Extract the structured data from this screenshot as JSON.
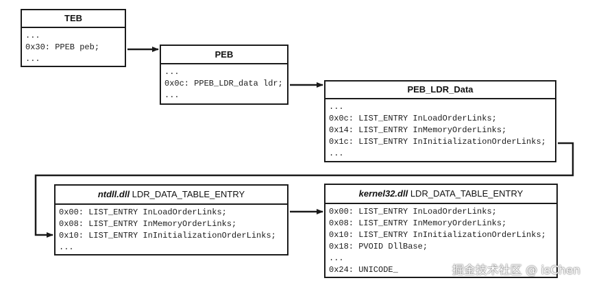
{
  "boxes": {
    "teb": {
      "title": "TEB",
      "lines": [
        "...",
        "0x30: PPEB peb;",
        "..."
      ]
    },
    "peb": {
      "title": "PEB",
      "lines": [
        "...",
        "0x0c: PPEB_LDR_data ldr;",
        "..."
      ]
    },
    "peb_ldr_data": {
      "title": "PEB_LDR_Data",
      "lines": [
        "...",
        "0x0c: LIST_ENTRY InLoadOrderLinks;",
        "0x14: LIST_ENTRY InMemoryOrderLinks;",
        "0x1c: LIST_ENTRY InInitializationOrderLinks;",
        "..."
      ]
    },
    "ntdll_entry": {
      "title_italic": "ntdll.dll",
      "title_rest": " LDR_DATA_TABLE_ENTRY",
      "lines": [
        "0x00: LIST_ENTRY InLoadOrderLinks;",
        "0x08: LIST_ENTRY InMemoryOrderLinks;",
        "0x10: LIST_ENTRY InInitializationOrderLinks;",
        "..."
      ]
    },
    "kernel32_entry": {
      "title_italic": "kernel32.dll",
      "title_rest": " LDR_DATA_TABLE_ENTRY",
      "lines": [
        "0x00: LIST_ENTRY InLoadOrderLinks;",
        "0x08: LIST_ENTRY InMemoryOrderLinks;",
        "0x10: LIST_ENTRY InInitializationOrderLinks;",
        "0x18: PVOID DllBase;",
        "...",
        "0x24: UNICODE_"
      ]
    }
  },
  "watermark": "掘金技术社区 @ isChen"
}
